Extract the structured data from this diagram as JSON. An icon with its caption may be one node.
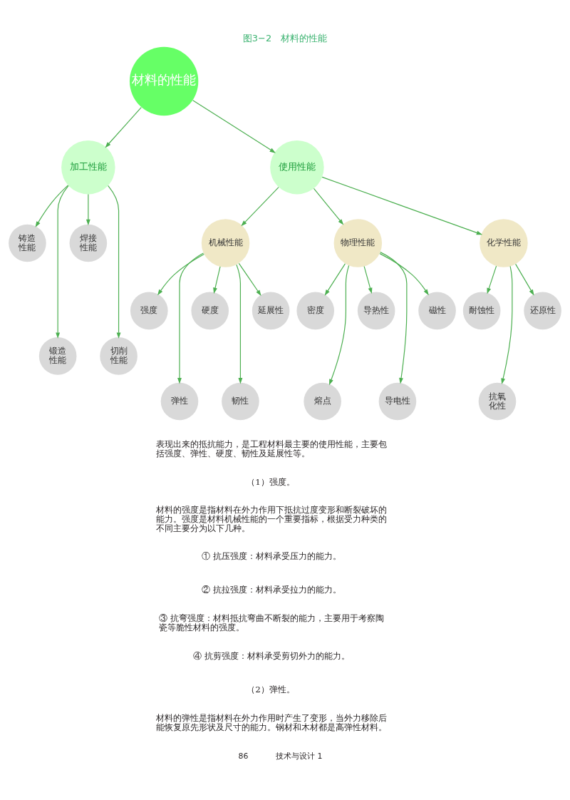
{
  "diagram": {
    "caption": "图3−2　材料的性能",
    "nodes": [
      {
        "text": [
          "材料的性能"
        ]
      },
      {
        "text": [
          "加工性能"
        ]
      },
      {
        "text": [
          "铸造性能"
        ]
      },
      {
        "text": [
          "锻造性能"
        ]
      },
      {
        "text": [
          "焊接性能"
        ]
      },
      {
        "text": [
          "切削性能"
        ]
      },
      {
        "text": [
          "使用性能"
        ]
      },
      {
        "text": [
          "机械性能"
        ]
      },
      {
        "text": [
          "强度"
        ]
      },
      {
        "text": [
          "弹性"
        ]
      },
      {
        "text": [
          "硬度"
        ]
      },
      {
        "text": [
          "韧性"
        ]
      },
      {
        "text": [
          "延展性"
        ]
      },
      {
        "text": [
          "物理性能"
        ]
      },
      {
        "text": [
          "密度"
        ]
      },
      {
        "text": [
          "熔点"
        ]
      },
      {
        "text": [
          "导热性"
        ]
      },
      {
        "text": [
          "导电性"
        ]
      },
      {
        "text": [
          "磁性"
        ]
      },
      {
        "text": [
          "化学性能"
        ]
      },
      {
        "text": [
          "耐蚀性"
        ]
      },
      {
        "text": [
          "抗氧化性"
        ]
      },
      {
        "text": [
          "还原性"
        ]
      }
    ],
    "edges": [
      {
        "from": 0,
        "to": 1,
        "arrow": "to"
      },
      {
        "from": 0,
        "to": 6,
        "arrow": "to"
      },
      {
        "from": 1,
        "to": 2,
        "arrow": "to"
      },
      {
        "from": 1,
        "to": 3,
        "arrow": "to"
      },
      {
        "from": 1,
        "to": 4,
        "arrow": "to"
      },
      {
        "from": 1,
        "to": 5,
        "arrow": "to"
      },
      {
        "from": 6,
        "to": 7,
        "arrow": "to"
      },
      {
        "from": 6,
        "to": 13,
        "arrow": "to"
      },
      {
        "from": 6,
        "to": 19,
        "arrow": "to"
      },
      {
        "from": 7,
        "to": 8,
        "arrow": "to"
      },
      {
        "from": 7,
        "to": 9,
        "arrow": "to"
      },
      {
        "from": 7,
        "to": 10,
        "arrow": "to"
      },
      {
        "from": 7,
        "to": 11,
        "arrow": "to"
      },
      {
        "from": 7,
        "to": 12,
        "arrow": "to"
      },
      {
        "from": 13,
        "to": 14,
        "arrow": "to"
      },
      {
        "from": 13,
        "to": 15,
        "arrow": "to"
      },
      {
        "from": 13,
        "to": 16,
        "arrow": "to"
      },
      {
        "from": 13,
        "to": 17,
        "arrow": "to"
      },
      {
        "from": 13,
        "to": 18,
        "arrow": "to"
      },
      {
        "from": 19,
        "to": 20,
        "arrow": "to"
      },
      {
        "from": 19,
        "to": 21,
        "arrow": "to"
      },
      {
        "from": 19,
        "to": 22,
        "arrow": "to"
      }
    ],
    "labels": [
      "表现出来的抵抗能力，是工程材料最主要的使用性能，主要包括强度、弹性、硬度、韧性及延展性等。",
      "（1）强度。",
      "材料的强度是指材料在外力作用下抵抗过度变形和断裂破坏的能力。强度是材料机械性能的一个重要指标，根据受力种类的不同主要分为以下几种。",
      "① 抗压强度：材料承受压力的能力。",
      "② 抗拉强度：材料承受拉力的能力。",
      "③ 抗弯强度：材料抵抗弯曲不断裂的能力，主要用于考察陶瓷等脆性材料的强度。",
      "④ 抗剪强度：材料承受剪切外力的能力。",
      "（2）弹性。",
      "材料的弹性是指材料在外力作用时产生了变形，当外力移除后能恢复原先形状及尺寸的能力。钢材和木材都是高弹性材料。",
      "86",
      "技术与设计 1"
    ]
  }
}
